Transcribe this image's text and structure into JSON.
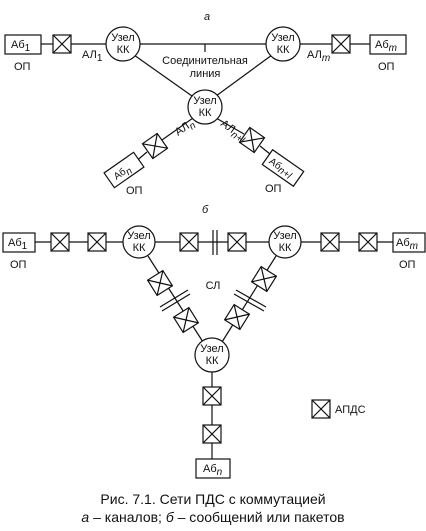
{
  "diagram_a": {
    "letter": "а",
    "node_label_1": "Узел",
    "node_label_2": "КК",
    "subscriber_1": "Аб",
    "subscriber_1_sub": "1",
    "subscriber_m": "Аб",
    "subscriber_m_sub": "m",
    "subscriber_n": "Аб",
    "subscriber_n_sub": "n",
    "subscriber_nl": "Аб",
    "subscriber_nl_sub": "n+l",
    "op": "ОП",
    "al_1": "АЛ",
    "al_1_sub": "1",
    "al_m": "АЛ",
    "al_m_sub": "m",
    "al_n": "АЛ",
    "al_n_sub": "n",
    "al_nl": "АЛ",
    "al_nl_sub": "n+l",
    "link_label_1": "Соединительная",
    "link_label_2": "линия"
  },
  "diagram_b": {
    "letter": "б",
    "node_label_1": "Узел",
    "node_label_2": "КК",
    "subscriber_1": "Аб",
    "subscriber_1_sub": "1",
    "subscriber_m": "Аб",
    "subscriber_m_sub": "m",
    "subscriber_n": "Аб",
    "subscriber_n_sub": "n",
    "op": "ОП",
    "sl": "СЛ",
    "legend": "АПДС"
  },
  "caption": {
    "line1": "Рис. 7.1. Сети ПДС с коммутацией",
    "line2_a": "а",
    "line2_a_text": " – каналов; ",
    "line2_b": "б",
    "line2_b_text": " – сообщений или пакетов"
  }
}
